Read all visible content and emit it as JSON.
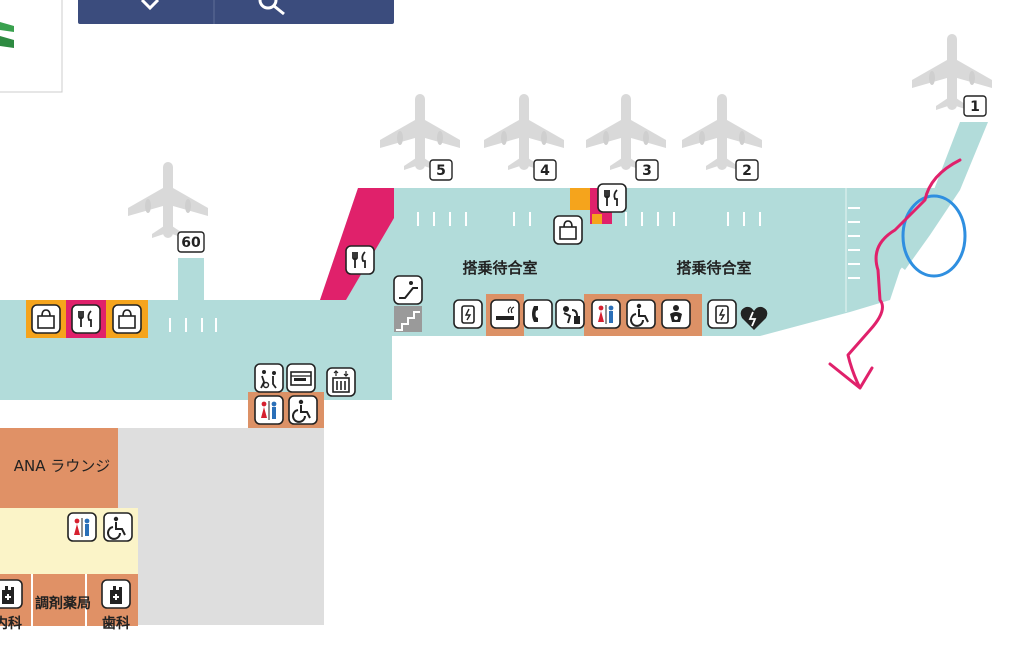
{
  "map": {
    "gates": [
      {
        "label": "1"
      },
      {
        "label": "2"
      },
      {
        "label": "3"
      },
      {
        "label": "4"
      },
      {
        "label": "5"
      },
      {
        "label": "60"
      }
    ],
    "areas": {
      "waiting_room_left": "搭乗待合室",
      "waiting_room_right": "搭乗待合室",
      "lounge": "ANA ラウンジ",
      "pharmacy": "調剤薬局",
      "dental": "歯科",
      "clinic_partial": "内科"
    },
    "icons": [
      "shopping-bag-icon",
      "restaurant-icon",
      "escalator-icon",
      "stairs-icon",
      "charging-icon",
      "smoking-icon",
      "telephone-icon",
      "drinking-fountain-icon",
      "restroom-icon",
      "wheelchair-icon",
      "baby-care-icon",
      "aed-icon",
      "kids-area-icon",
      "atm-icon",
      "elevator-icon",
      "medical-hand-icon",
      "airplane-icon",
      "zoom-icon",
      "map-pin-icon"
    ],
    "colors": {
      "concourse": "#b2dcda",
      "food": "#e0216b",
      "shop": "#f5a41c",
      "service": "#dc9166",
      "lounge": "#e09166",
      "clinic": "#fbf4c8",
      "restricted": "#dedede",
      "plane": "#d9d9d9",
      "toolbar": "#3b4c7d",
      "annotation_circle": "#2f8fe0",
      "annotation_line": "#e0216b"
    }
  }
}
